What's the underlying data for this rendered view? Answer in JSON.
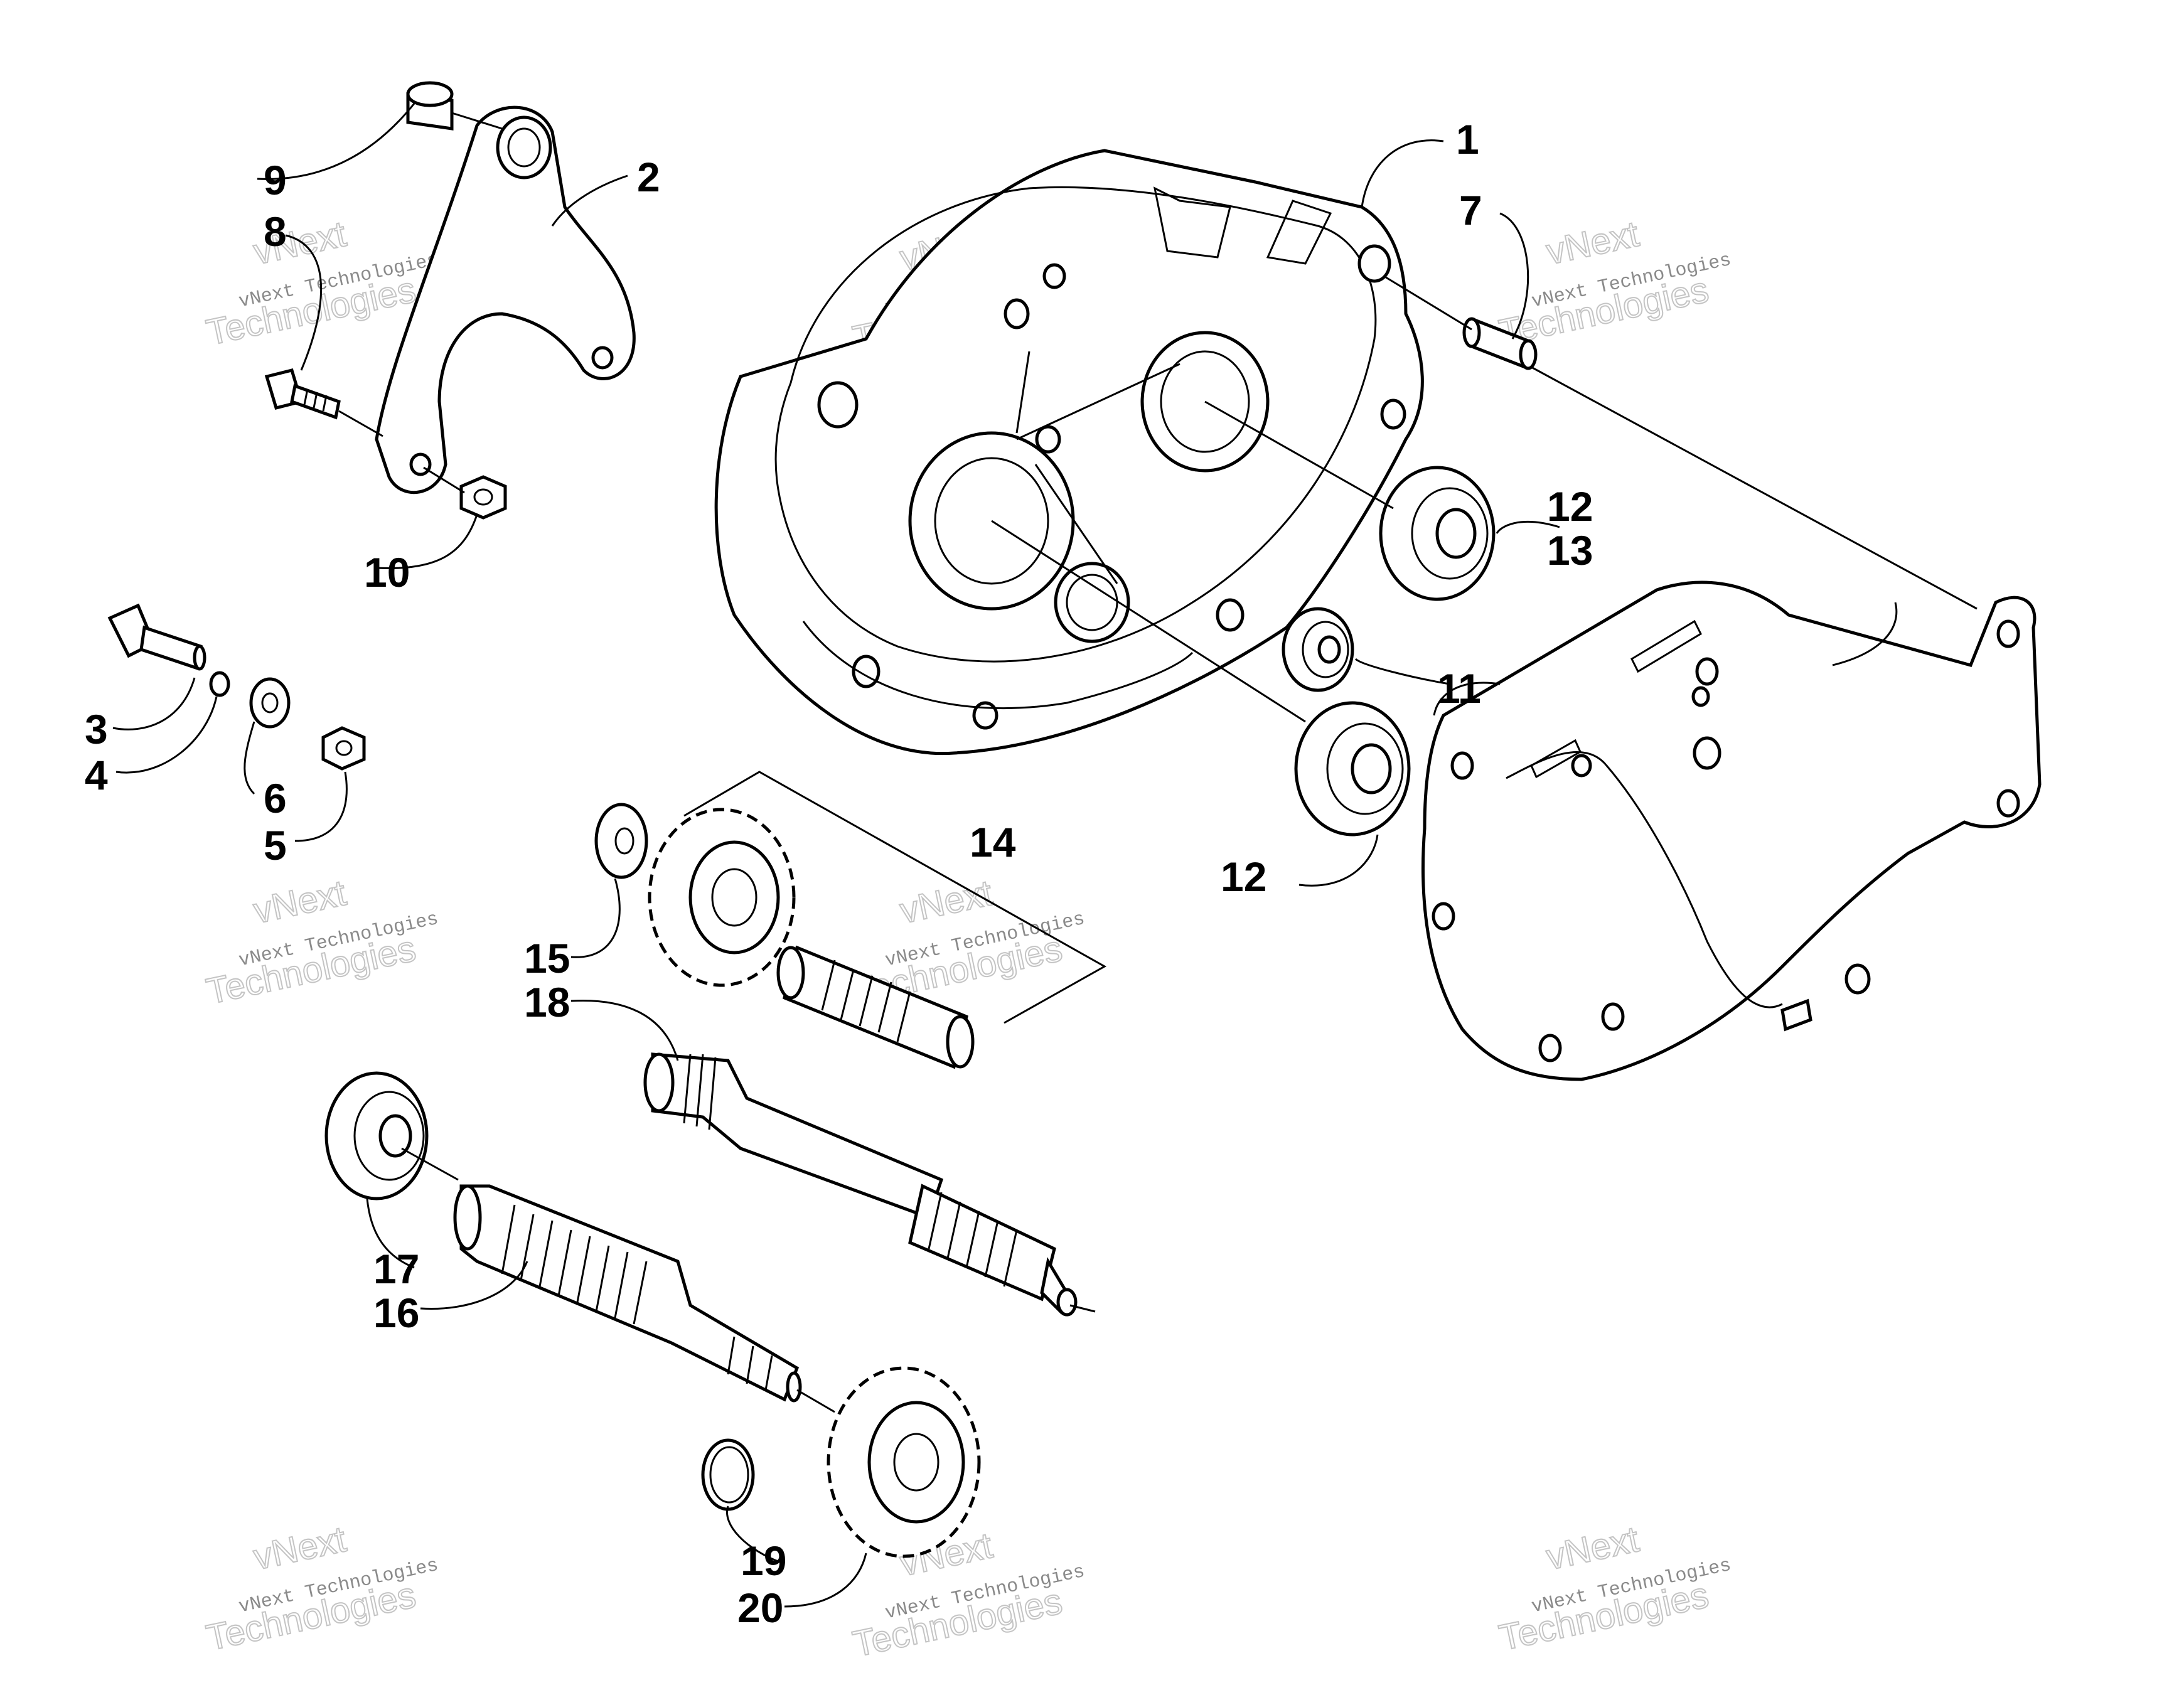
{
  "callouts": {
    "c1": "1",
    "c2": "2",
    "c3": "3",
    "c4": "4",
    "c5": "5",
    "c6": "6",
    "c7": "7",
    "c8": "8",
    "c9": "9",
    "c10": "10",
    "c11": "11",
    "c12a": "12",
    "c12b": "12",
    "c13": "13",
    "c14": "14",
    "c15": "15",
    "c16": "16",
    "c17": "17",
    "c18": "18",
    "c19": "19",
    "c20": "20"
  },
  "watermark": {
    "word1": "vNext",
    "line2": "vNext Technologies",
    "line3": "Technologies"
  },
  "icons": [
    "gear",
    "bearing",
    "shaft",
    "bolt",
    "nut",
    "washer",
    "gasket",
    "housing",
    "bracket"
  ]
}
